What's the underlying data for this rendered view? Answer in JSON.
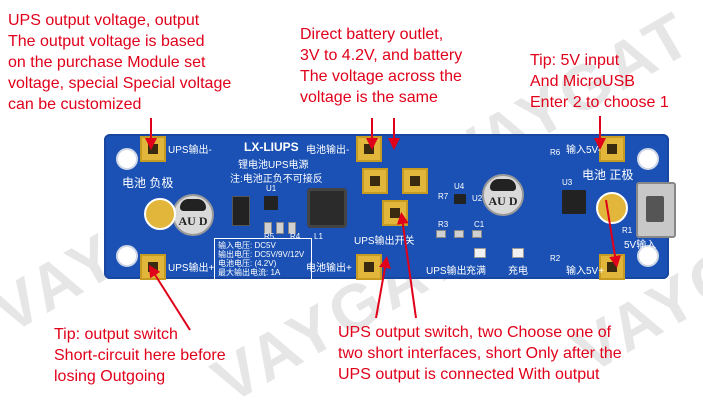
{
  "watermark": {
    "text": "VAYGAT"
  },
  "annotations": {
    "top_left": [
      "UPS output voltage, output",
      "The output voltage is based",
      "on the purchase Module set",
      "voltage, special Special voltage",
      "can be customized"
    ],
    "top_center": [
      "Direct battery outlet,",
      "3V to 4.2V, and battery",
      "The voltage across the",
      "voltage is the same"
    ],
    "top_right": [
      "Tip: 5V input",
      "And MicroUSB",
      "Enter 2 to choose 1"
    ],
    "bottom_left": [
      "Tip: output switch",
      "Short-circuit here before",
      "losing Outgoing"
    ],
    "bottom_right": [
      "UPS output switch, two Choose one of",
      "two short interfaces, short Only after the",
      "UPS output is connected With output"
    ]
  },
  "board": {
    "title": "LX-LIUPS",
    "subtitle_1": "锂电池UPS电源",
    "subtitle_2": "注:电池正负不可接反",
    "labels": {
      "ups_out_minus": "UPS输出-",
      "ups_out_plus": "UPS输出+",
      "bat_out_minus": "电池输出-",
      "bat_out_plus": "电池输出+",
      "bat_negative": "电池 负极",
      "bat_positive": "电池 正极",
      "in_5v_minus": "输入5V-",
      "in_5v_plus": "输入5V+",
      "ups_switch": "UPS输出开关",
      "five_v_in": "5V输入",
      "ups_out": "UPS输出",
      "charging": "充满",
      "charge": "充电",
      "cap_text": "AU D",
      "spec_1": "输入电压: DC5V",
      "spec_2": "输出电压: DC5V/9V/12V",
      "spec_3": "电池电压: (4.2V)",
      "spec_4": "最大输出电流: 1A",
      "refs": [
        "U1",
        "U2",
        "U3",
        "U4",
        "R1",
        "R2",
        "R3",
        "R4",
        "R5",
        "R6",
        "R7",
        "C1",
        "L1"
      ]
    }
  },
  "colors": {
    "board": "#1b51b4",
    "annotation": "#e0001a",
    "pad": "#e1b63a"
  }
}
